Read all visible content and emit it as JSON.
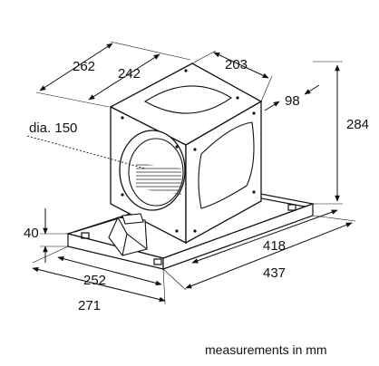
{
  "dimensions": {
    "width_top": "262",
    "width_inner": "242",
    "depth_top": "203",
    "offset_right": "98",
    "height": "284",
    "outlet_diameter": "dia. 150",
    "base_height": "40",
    "base_depth": "418",
    "base_width_total": "437",
    "base_width_inner": "252",
    "base_width_outer": "271"
  },
  "caption": "measurements in mm",
  "colors": {
    "line": "#111111",
    "hatch": "#333333",
    "background": "#ffffff"
  }
}
